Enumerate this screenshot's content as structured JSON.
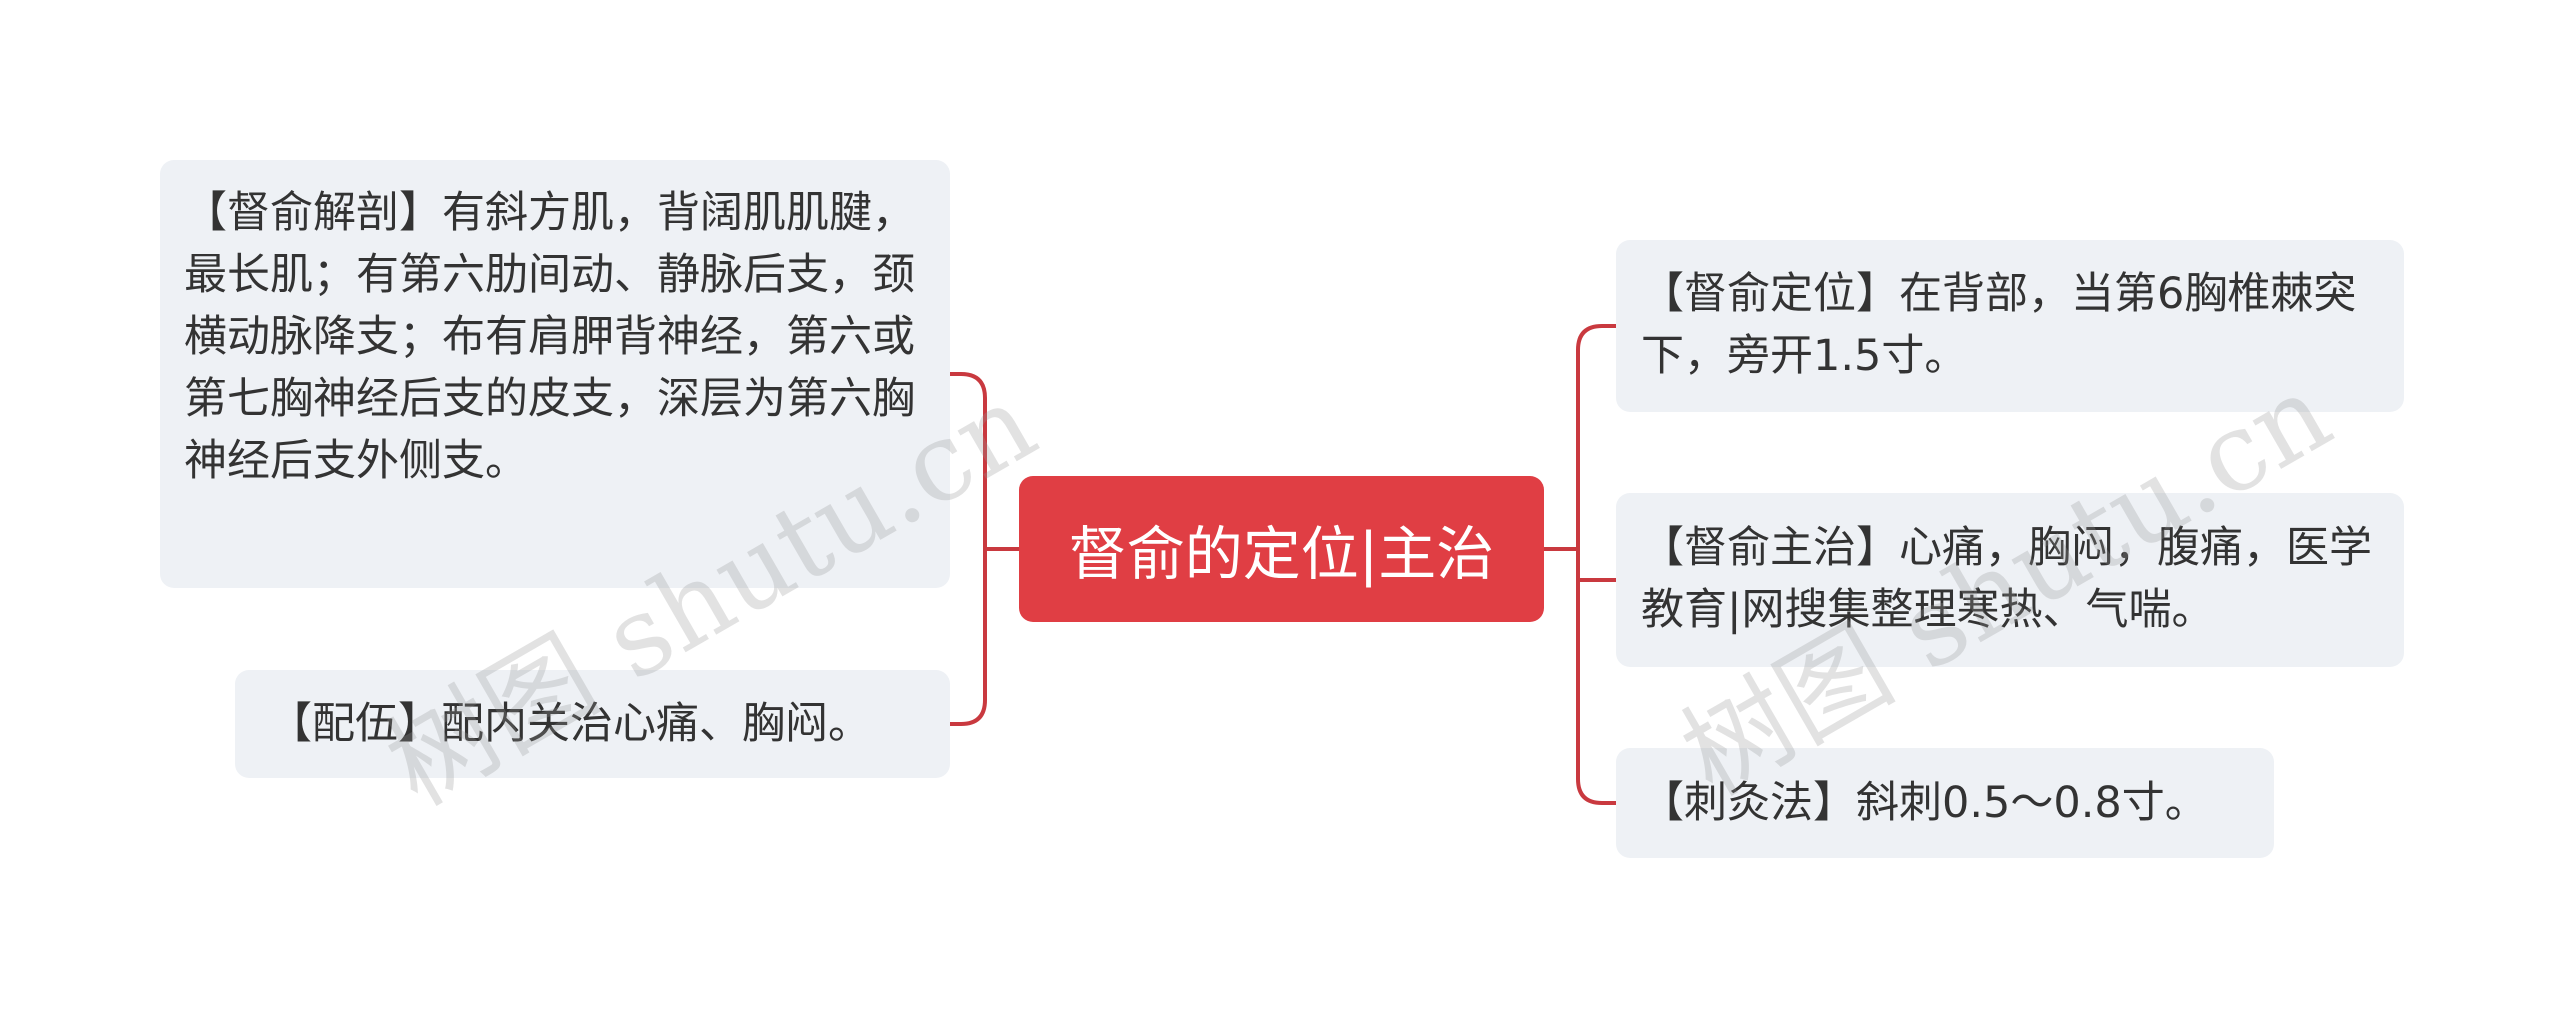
{
  "root": {
    "label": "督俞的定位|主治",
    "color": "#e03e44"
  },
  "left_branches": [
    {
      "label": "【督俞解剖】有斜方肌，背阔肌肌腱，最长肌；有第六肋间动、静脉后支，颈横动脉降支；布有肩胛背神经，第六或第七胸神经后支的皮支，深层为第六胸神经后支外侧支。"
    },
    {
      "label": "【配伍】配内关治心痛、胸闷。"
    }
  ],
  "right_branches": [
    {
      "label": "【督俞定位】在背部，当第6胸椎棘突下，旁开1.5寸。"
    },
    {
      "label": "【督俞主治】心痛，胸闷，腹痛，医学教育|网搜集整理寒热、气喘。"
    },
    {
      "label": "【刺灸法】斜刺0.5～0.8寸。"
    }
  ],
  "watermark": {
    "text": "树图 shutu.cn"
  },
  "colors": {
    "connector": "#c9393f",
    "node_background": "#eef1f5",
    "node_text": "#333333"
  }
}
